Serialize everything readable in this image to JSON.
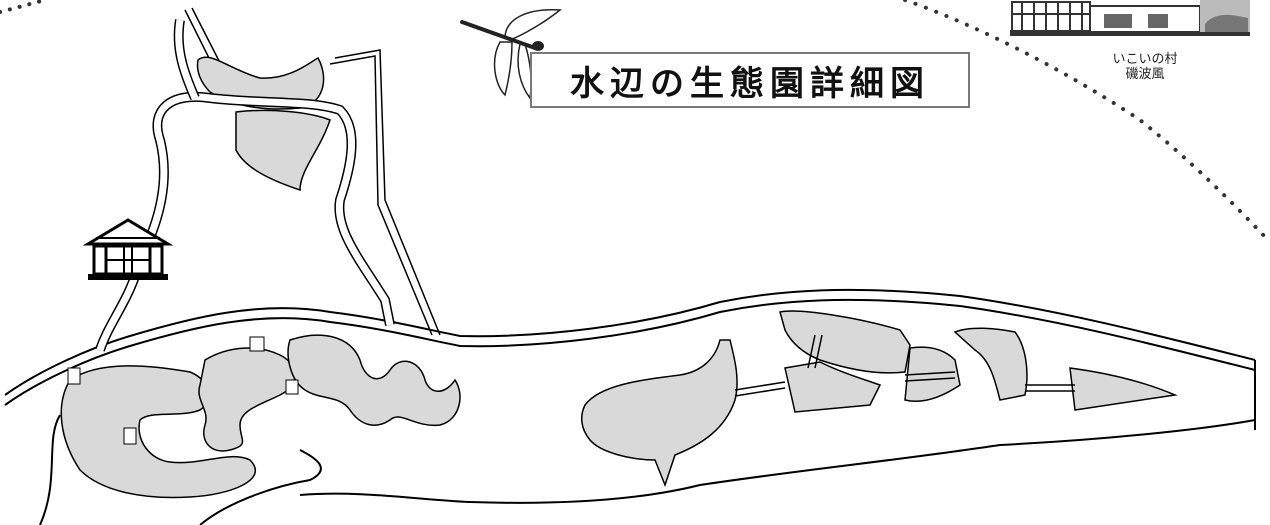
{
  "map": {
    "title": "水辺の生態園詳細図",
    "facility": {
      "name_line1": "いこいの村",
      "name_line2": "磯波風"
    },
    "colors": {
      "background": "#ffffff",
      "pond_fill": "#d9d9d9",
      "outline": "#000000",
      "title_border": "#7a7a7a",
      "dotted_boundary": "#333333"
    },
    "icons": [
      "dragonfly-icon",
      "shelter-icon",
      "building-icon"
    ]
  }
}
